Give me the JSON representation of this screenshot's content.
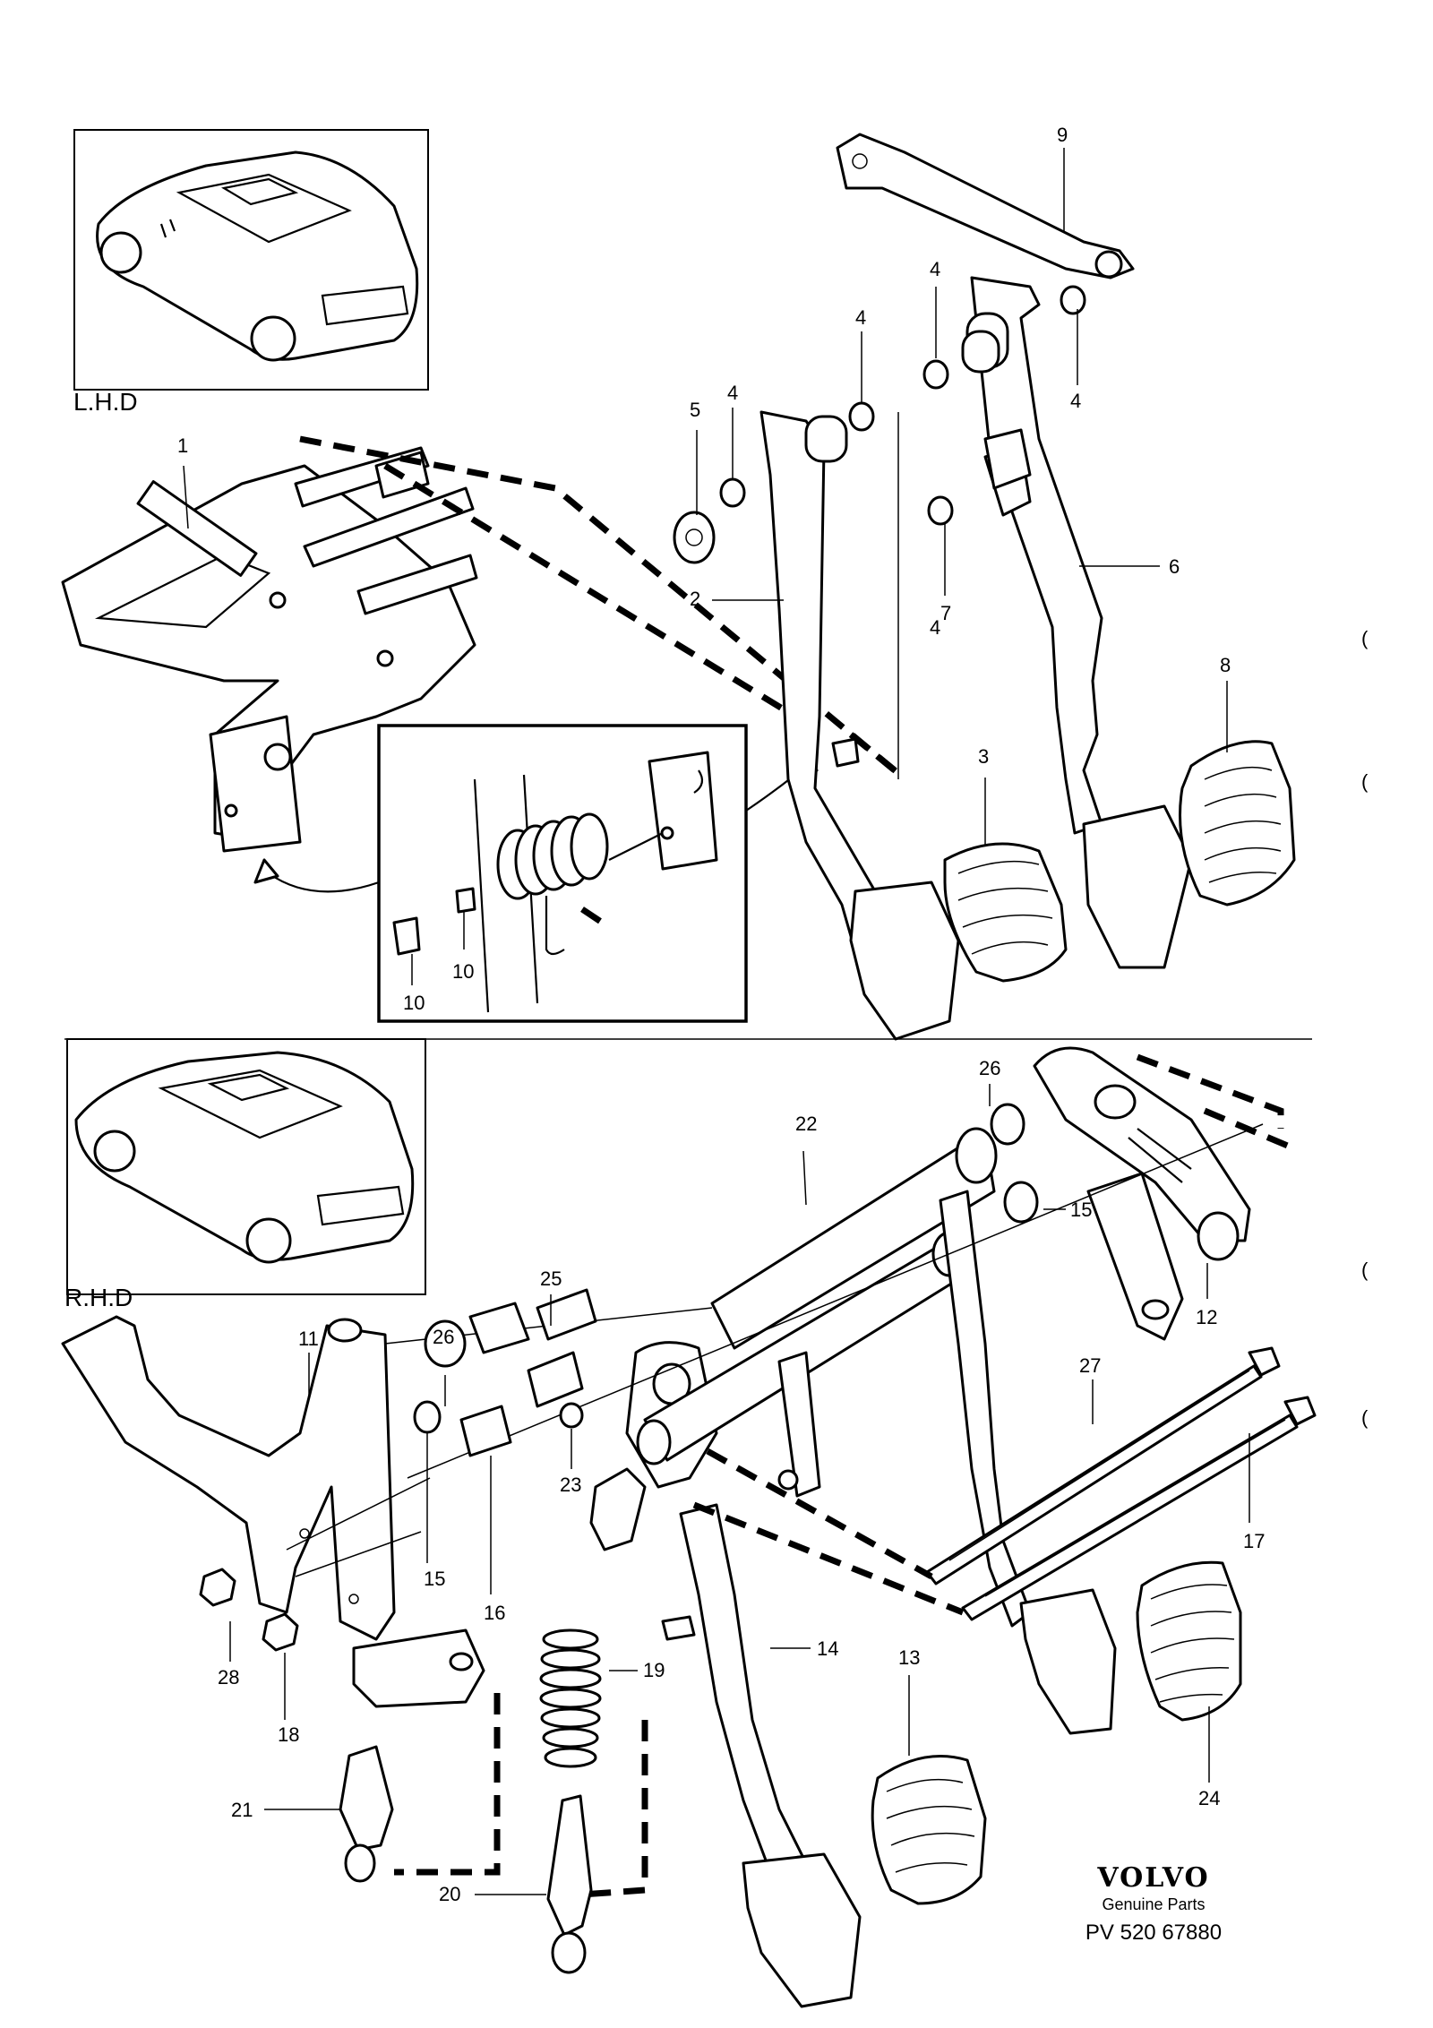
{
  "sections": {
    "lhd_label": "L.H.D",
    "rhd_label": "R.H.D"
  },
  "callouts_lhd": [
    "1",
    "2",
    "3",
    "4",
    "4",
    "4",
    "4",
    "4",
    "5",
    "6",
    "7",
    "8",
    "9",
    "10",
    "10"
  ],
  "callouts_rhd": [
    "11",
    "12",
    "13",
    "14",
    "15",
    "15",
    "16",
    "17",
    "18",
    "19",
    "20",
    "21",
    "22",
    "23",
    "24",
    "25",
    "26",
    "26",
    "27",
    "28"
  ],
  "brand": {
    "logo_text": "VOLVO",
    "subtitle": "Genuine Parts",
    "reference": "PV 520 67880"
  }
}
